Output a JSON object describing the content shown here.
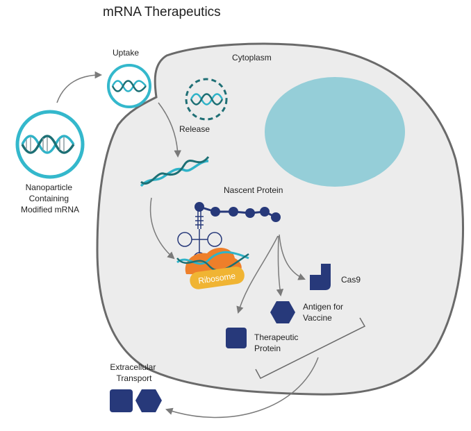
{
  "title": "mRNA Therapeutics",
  "labels": {
    "uptake": "Uptake",
    "cytoplasm": "Cytoplasm",
    "release": "Release",
    "nanoparticle": [
      "Nanoparticle",
      "Containing",
      "Modified mRNA"
    ],
    "nascent_protein": "Nascent Protein",
    "ribosome": "Ribosome",
    "cas9": "Cas9",
    "antigen": [
      "Antigen for",
      "Vaccine"
    ],
    "therapeutic": [
      "Therapeutic",
      "Protein"
    ],
    "extracellular": [
      "Extracellular",
      "Transport"
    ]
  },
  "colors": {
    "cell_fill": "#ececec",
    "cell_stroke": "#6a6a6a",
    "nucleus": "#95ced8",
    "nanoparticle_ring": "#34b8cc",
    "dashed_ring": "#1f6f75",
    "mrna_strand_a": "#2fb3c8",
    "mrna_strand_b": "#1c6f74",
    "protein": "#27397a",
    "ribosome_orange": "#ee7f2a",
    "ribosome_label_bg": "#f0b433",
    "arrow": "#7a7a7a"
  }
}
